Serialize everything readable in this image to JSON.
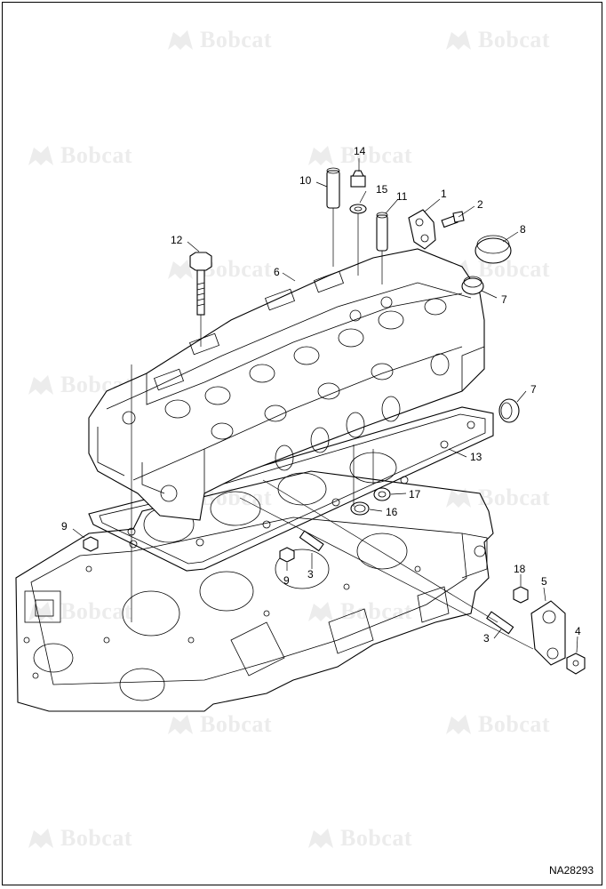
{
  "watermark": {
    "brand": "Bobcat",
    "color": "#ececec"
  },
  "part_number": "NA28293",
  "callouts": [
    "1",
    "2",
    "3",
    "3",
    "4",
    "5",
    "6",
    "7",
    "7",
    "8",
    "9",
    "9",
    "10",
    "11",
    "12",
    "13",
    "14",
    "15",
    "16",
    "17",
    "18"
  ]
}
